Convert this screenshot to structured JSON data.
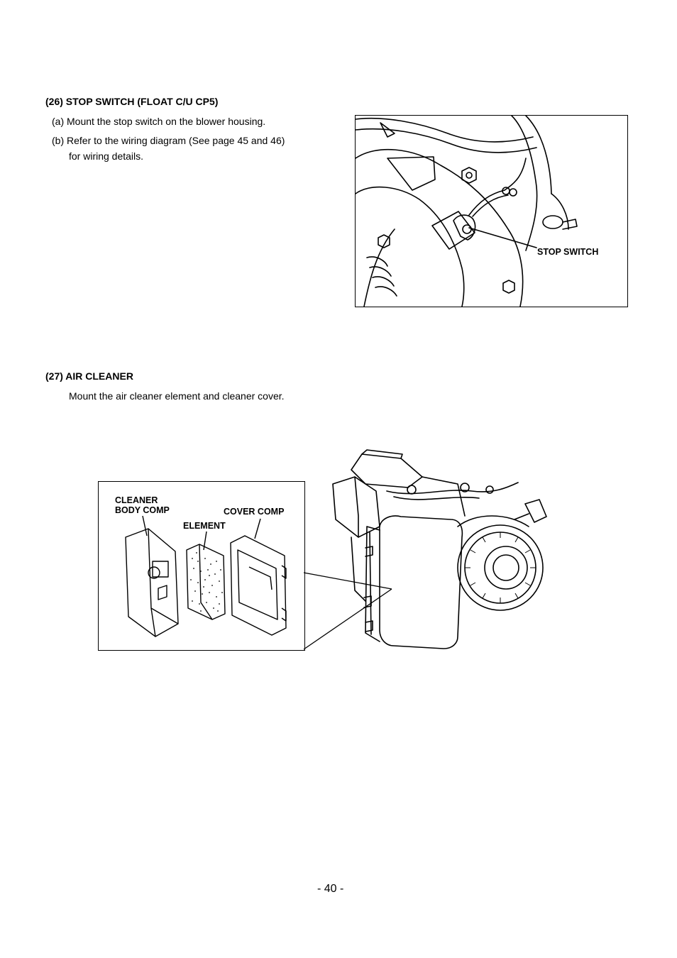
{
  "section26": {
    "heading": "(26) STOP SWITCH (FLOAT C/U CP5)",
    "step_a": "(a) Mount the stop switch on the blower housing.",
    "step_b_line1": "(b) Refer to the wiring diagram (See page 45 and 46)",
    "step_b_line2": "for wiring details.",
    "figure": {
      "callout_stop_switch": "STOP SWITCH"
    }
  },
  "section27": {
    "heading": "(27) AIR CLEANER",
    "instruction": "Mount the air cleaner element and cleaner cover.",
    "figure": {
      "callout_cleaner_body_line1": "CLEANER",
      "callout_cleaner_body_line2": "BODY COMP",
      "callout_element": "ELEMENT",
      "callout_cover": "COVER COMP"
    }
  },
  "footer": {
    "page_number": "- 40 -"
  }
}
